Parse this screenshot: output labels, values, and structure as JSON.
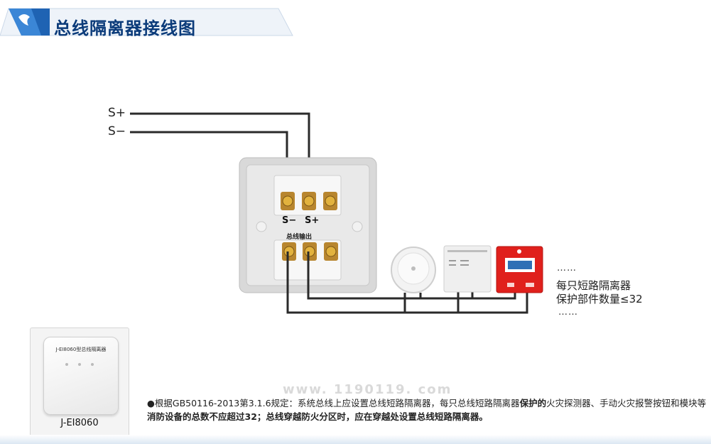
{
  "header": {
    "title": "总线隔离器接线图"
  },
  "bus_labels": {
    "s_plus": "S+",
    "s_minus": "S−"
  },
  "isolator": {
    "terminal_minus": "S−",
    "terminal_plus": "S+",
    "bus_output_label": "总线输出"
  },
  "side_note": {
    "dots_top": "……",
    "line1": "每只短路隔离器",
    "line2": "保护部件数量≤32",
    "dots_bottom": "……"
  },
  "product": {
    "box_title": "J-EI8060型总线隔离器",
    "caption": "J-EI8060"
  },
  "watermark": "www. 1190119. com",
  "bottom_note": {
    "part1": "●根据GB50116-2013第3.1.6规定：系统总线上应设置总线短路隔离器，每只总线短路隔离器",
    "part2_bold": "保护的",
    "part3": "火灾探测器、手动火灾报警按钮和模块等",
    "part4_bold": "消防设备的总数不应超过32；总线穿越防火分区时，应在穿越处设置总线短路隔离器。"
  },
  "colors": {
    "header_blue": "#1f63b3",
    "wire": "#2a2a2a",
    "alarm_red": "#e0201c"
  }
}
